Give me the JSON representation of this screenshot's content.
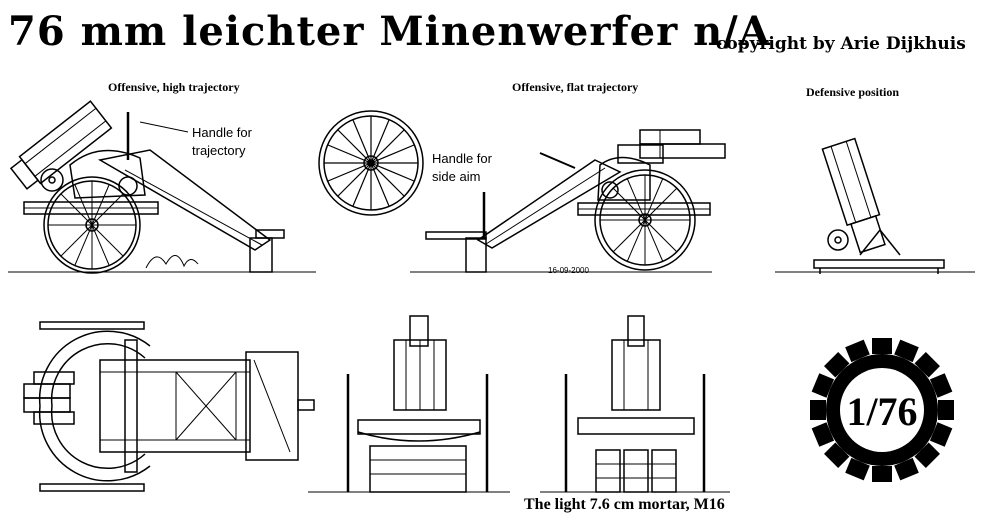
{
  "title": "76 mm leichter Minenwerfer n/A",
  "copyright": "copyright by Arie Dijkhuis",
  "views": {
    "high_trajectory": "Offensive, high trajectory",
    "flat_trajectory": "Offensive, flat trajectory",
    "defensive": "Defensive position"
  },
  "annotations": {
    "trajectory_handle_line1": "Handle for",
    "trajectory_handle_line2": "trajectory",
    "side_aim_handle_line1": "Handle for",
    "side_aim_handle_line2": "side aim",
    "date_mark": "16-09-2000"
  },
  "scale": "1/76",
  "caption": "The light 7.6 cm mortar, M16"
}
